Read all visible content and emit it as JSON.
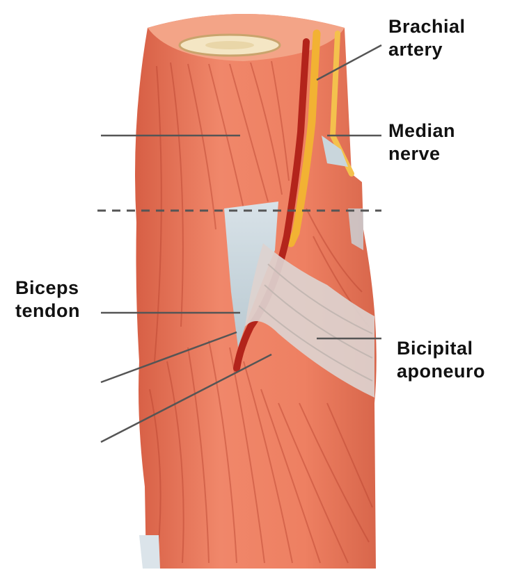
{
  "colors": {
    "muscle": "#e8765a",
    "muscle_light": "#f29a7c",
    "muscle_dark": "#c4503a",
    "fiber": "#b8432f",
    "tendon": "#c9d6dc",
    "aponeurosis": "#ddd3cf",
    "artery": "#b3241b",
    "nerve": "#f2b233",
    "leader": "#555555",
    "text": "#111111"
  },
  "labels": {
    "brachial_artery": {
      "line1": "Brachial",
      "line2": "artery"
    },
    "median_nerve": {
      "line1": "Median",
      "line2": "nerve"
    },
    "biceps_tendon": {
      "line1": "Biceps",
      "line2": "tendon"
    },
    "bicipital_aponeurosis": {
      "line1": "Bicipital",
      "line2": "aponeuro"
    }
  }
}
